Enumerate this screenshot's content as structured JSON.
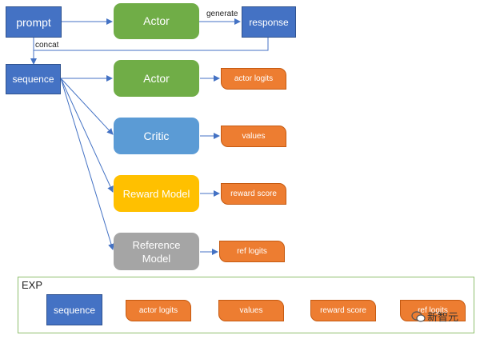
{
  "nodes": {
    "prompt": "prompt",
    "actor_top": "Actor",
    "response": "response",
    "sequence": "sequence",
    "actor": "Actor",
    "critic": "Critic",
    "reward_model": "Reward Model",
    "reference_model_line1": "Reference",
    "reference_model_line2": "Model",
    "actor_logits": "actor logits",
    "values": "values",
    "reward_score": "reward score",
    "ref_logits": "ref logits"
  },
  "edge_labels": {
    "generate": "generate",
    "concat": "concat"
  },
  "legend": {
    "title": "EXP",
    "items": [
      "sequence",
      "actor logits",
      "values",
      "reward score",
      "ref logits"
    ]
  },
  "watermark": "新智元",
  "colors": {
    "input_blue": "#4472c4",
    "actor_green": "#70ad47",
    "critic_blue": "#5b9bd5",
    "reward_yellow": "#ffc000",
    "reference_gray": "#a5a5a5",
    "output_orange": "#ed7d31",
    "exp_border": "#8fbf6e"
  }
}
